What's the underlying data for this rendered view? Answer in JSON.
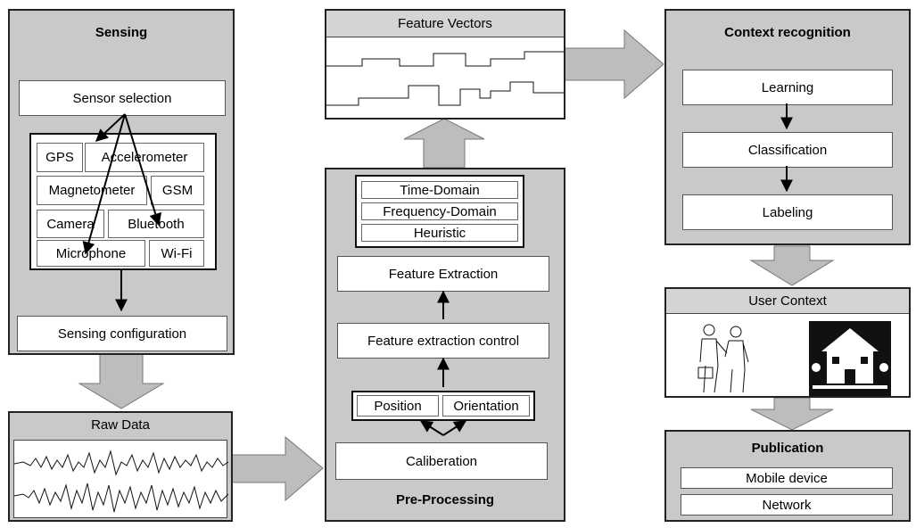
{
  "sensing": {
    "title": "Sensing",
    "sensor_selection": "Sensor selection",
    "sensors": [
      "GPS",
      "Accelerometer",
      "Magnetometer",
      "GSM",
      "Camera",
      "Bluetooth",
      "Microphone",
      "Wi-Fi"
    ],
    "sensing_configuration": "Sensing configuration"
  },
  "raw_data": {
    "title": "Raw Data"
  },
  "feature_vectors": {
    "title": "Feature Vectors"
  },
  "preprocessing": {
    "title": "Pre-Processing",
    "domains": [
      "Time-Domain",
      "Frequency-Domain",
      "Heuristic"
    ],
    "feature_extraction": "Feature Extraction",
    "feature_extraction_control": "Feature extraction control",
    "position": "Position",
    "orientation": "Orientation",
    "calibration": "Caliberation"
  },
  "context_recognition": {
    "title": "Context recognition",
    "steps": [
      "Learning",
      "Classification",
      "Labeling"
    ]
  },
  "user_context": {
    "title": "User Context"
  },
  "publication": {
    "title": "Publication",
    "targets": [
      "Mobile device",
      "Network"
    ]
  }
}
